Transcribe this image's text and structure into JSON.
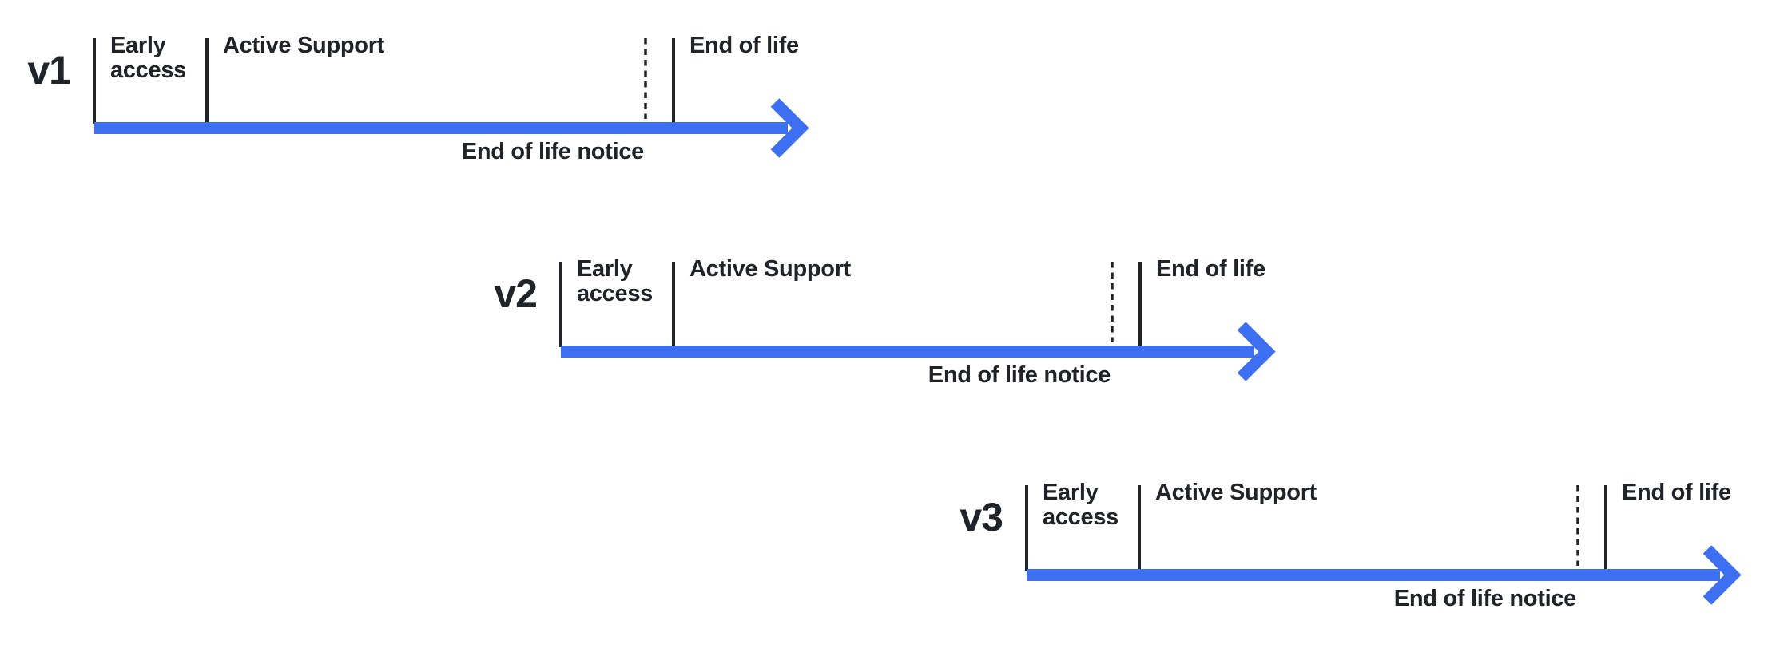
{
  "colors": {
    "arrow_blue": "#3D6FF2",
    "ink": "#202327"
  },
  "timelines": [
    {
      "version": "v1",
      "early_access": "Early access",
      "active_support": "Active Support",
      "end_of_life": "End of life",
      "end_of_life_notice": "End of life notice"
    },
    {
      "version": "v2",
      "early_access": "Early access",
      "active_support": "Active Support",
      "end_of_life": "End of life",
      "end_of_life_notice": "End of life notice"
    },
    {
      "version": "v3",
      "early_access": "Early access",
      "active_support": "Active Support",
      "end_of_life": "End of life",
      "end_of_life_notice": "End of life notice"
    }
  ]
}
